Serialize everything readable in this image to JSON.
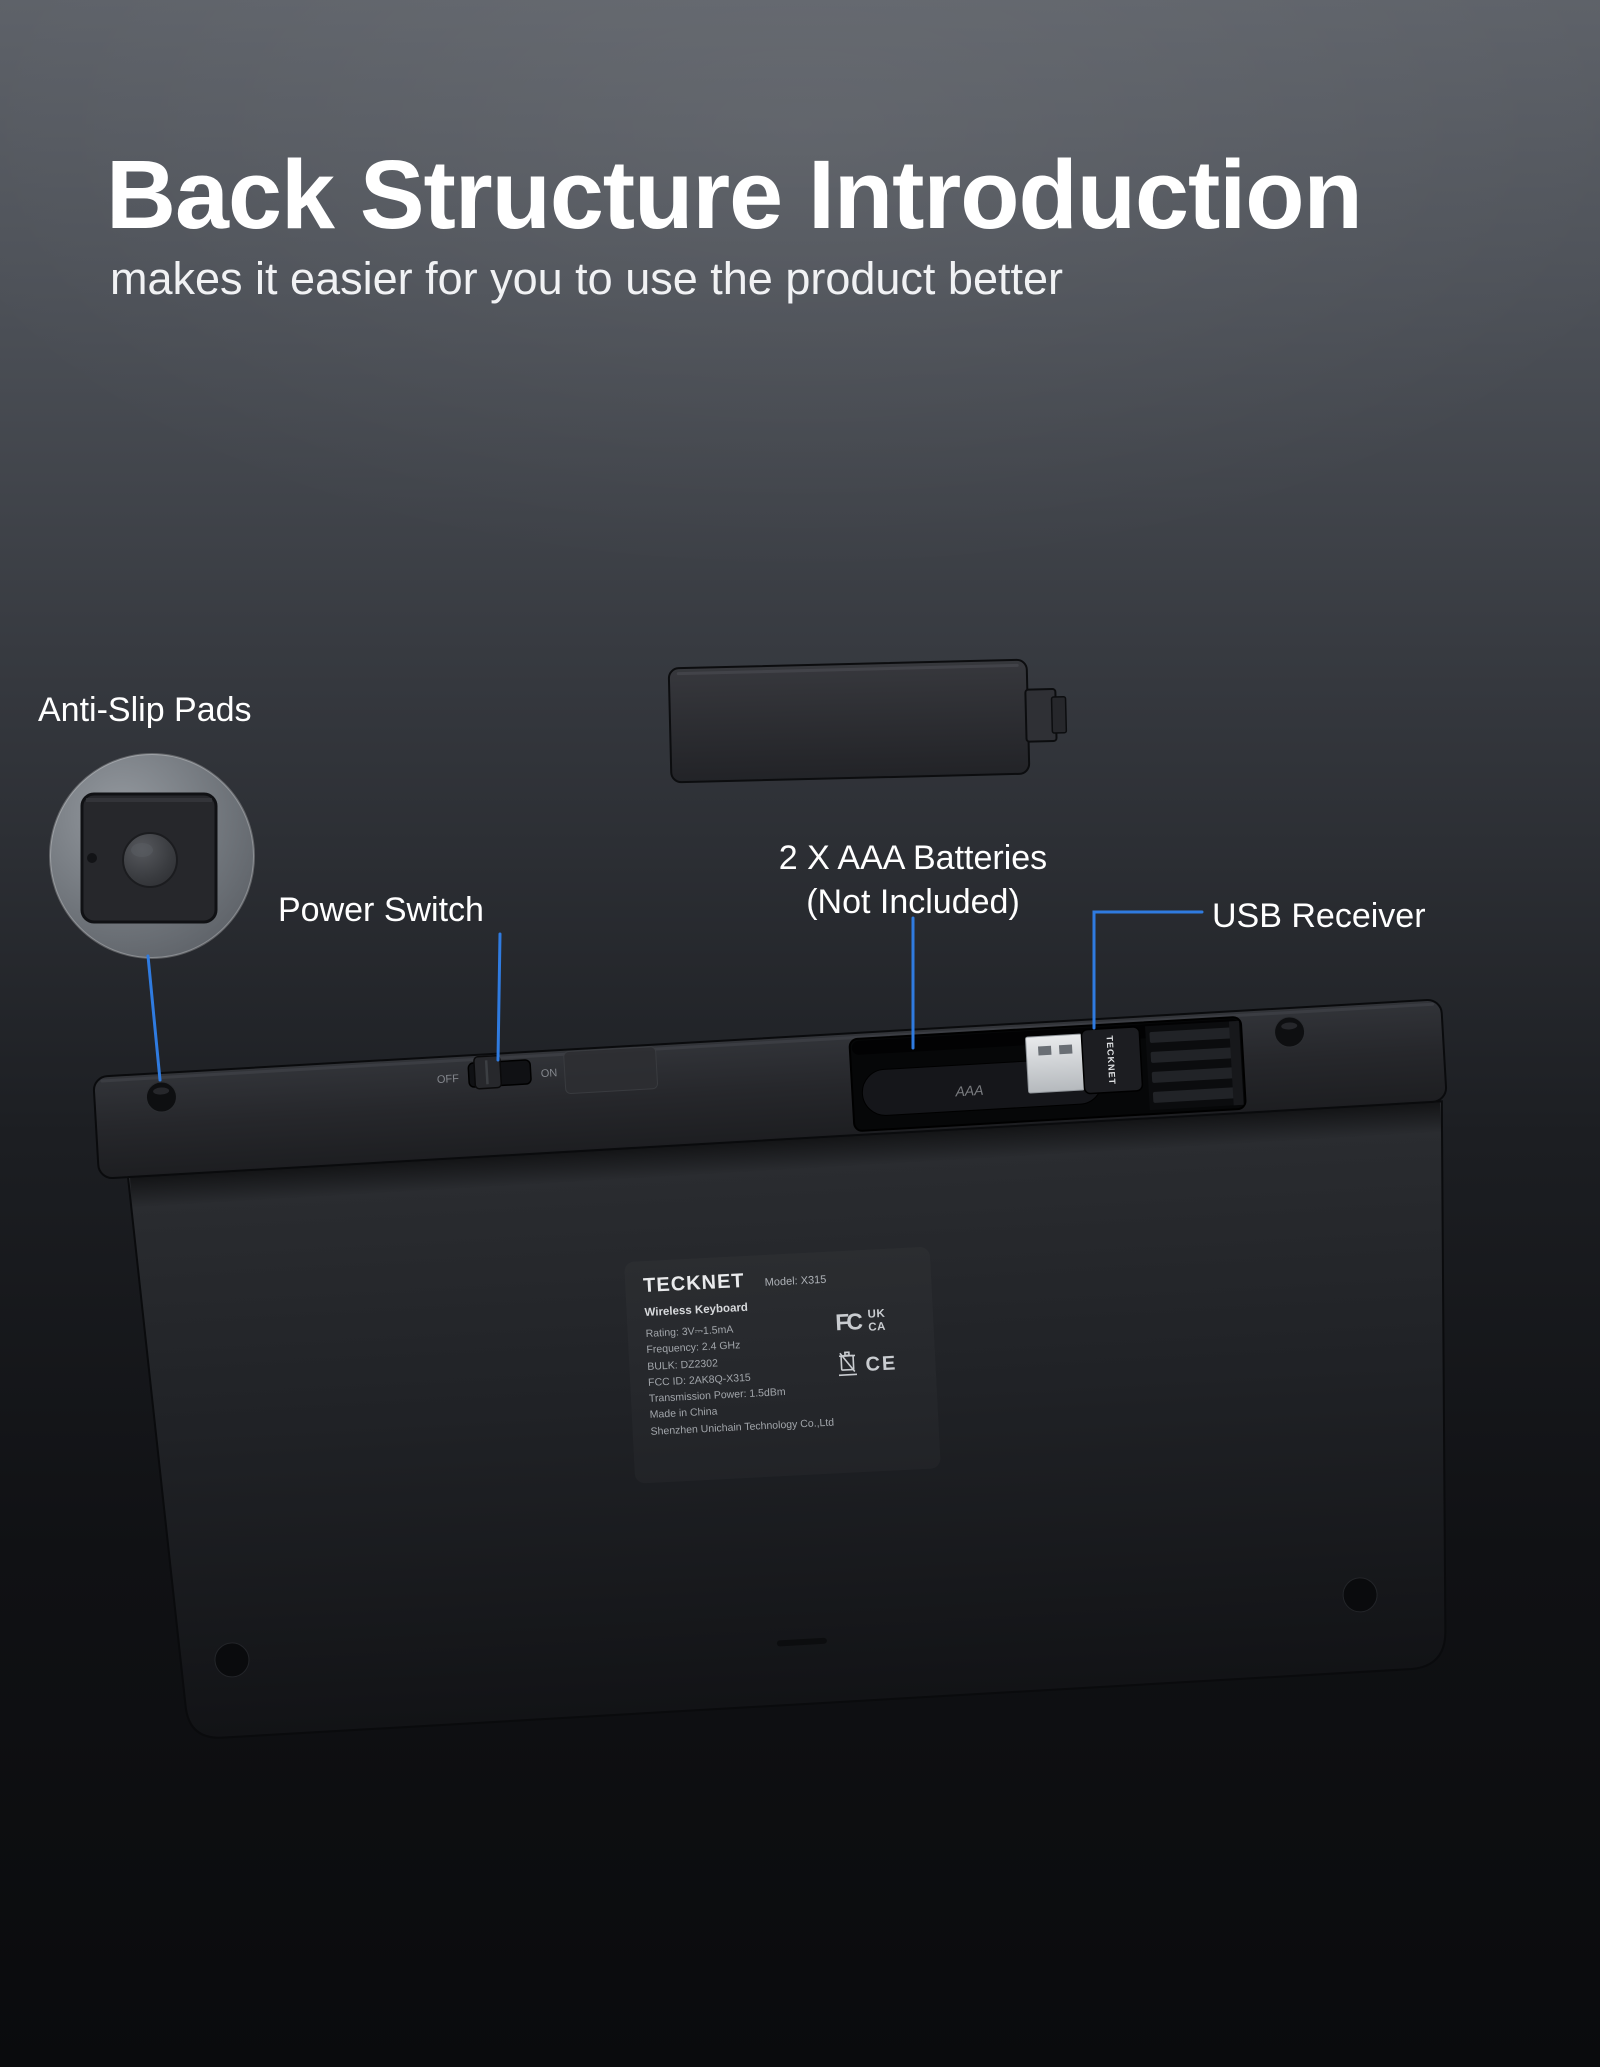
{
  "header": {
    "title": "Back Structure Introduction",
    "subtitle": "makes it easier for you to use the product better"
  },
  "callouts": {
    "anti_slip": "Anti-Slip Pads",
    "power_switch": "Power Switch",
    "batteries_line1": "2 X AAA Batteries",
    "batteries_line2": "(Not Included)",
    "usb_receiver": "USB Receiver"
  },
  "keyboard": {
    "switch_off": "OFF",
    "switch_on": "ON",
    "battery_text": "AAA",
    "receiver_brand": "TECKNET"
  },
  "label": {
    "brand": "TECKNET",
    "model": "Model: X315",
    "product": "Wireless Keyboard",
    "lines": [
      "Rating: 3V⎓1.5mA",
      "Frequency: 2.4 GHz",
      "BULK: DZ2302",
      "FCC ID: 2AK8Q-X315",
      "Transmission Power: 1.5dBm",
      "Made in China",
      "Shenzhen Unichain Technology Co.,Ltd"
    ],
    "marks": {
      "fcc": "FC",
      "uk": "UK",
      "ca": "CA",
      "ce": "CE"
    }
  },
  "colors": {
    "accent": "#2f7be0",
    "background_top": "#5d6168",
    "background_bottom": "#0a0b0d",
    "text": "#ffffff"
  }
}
